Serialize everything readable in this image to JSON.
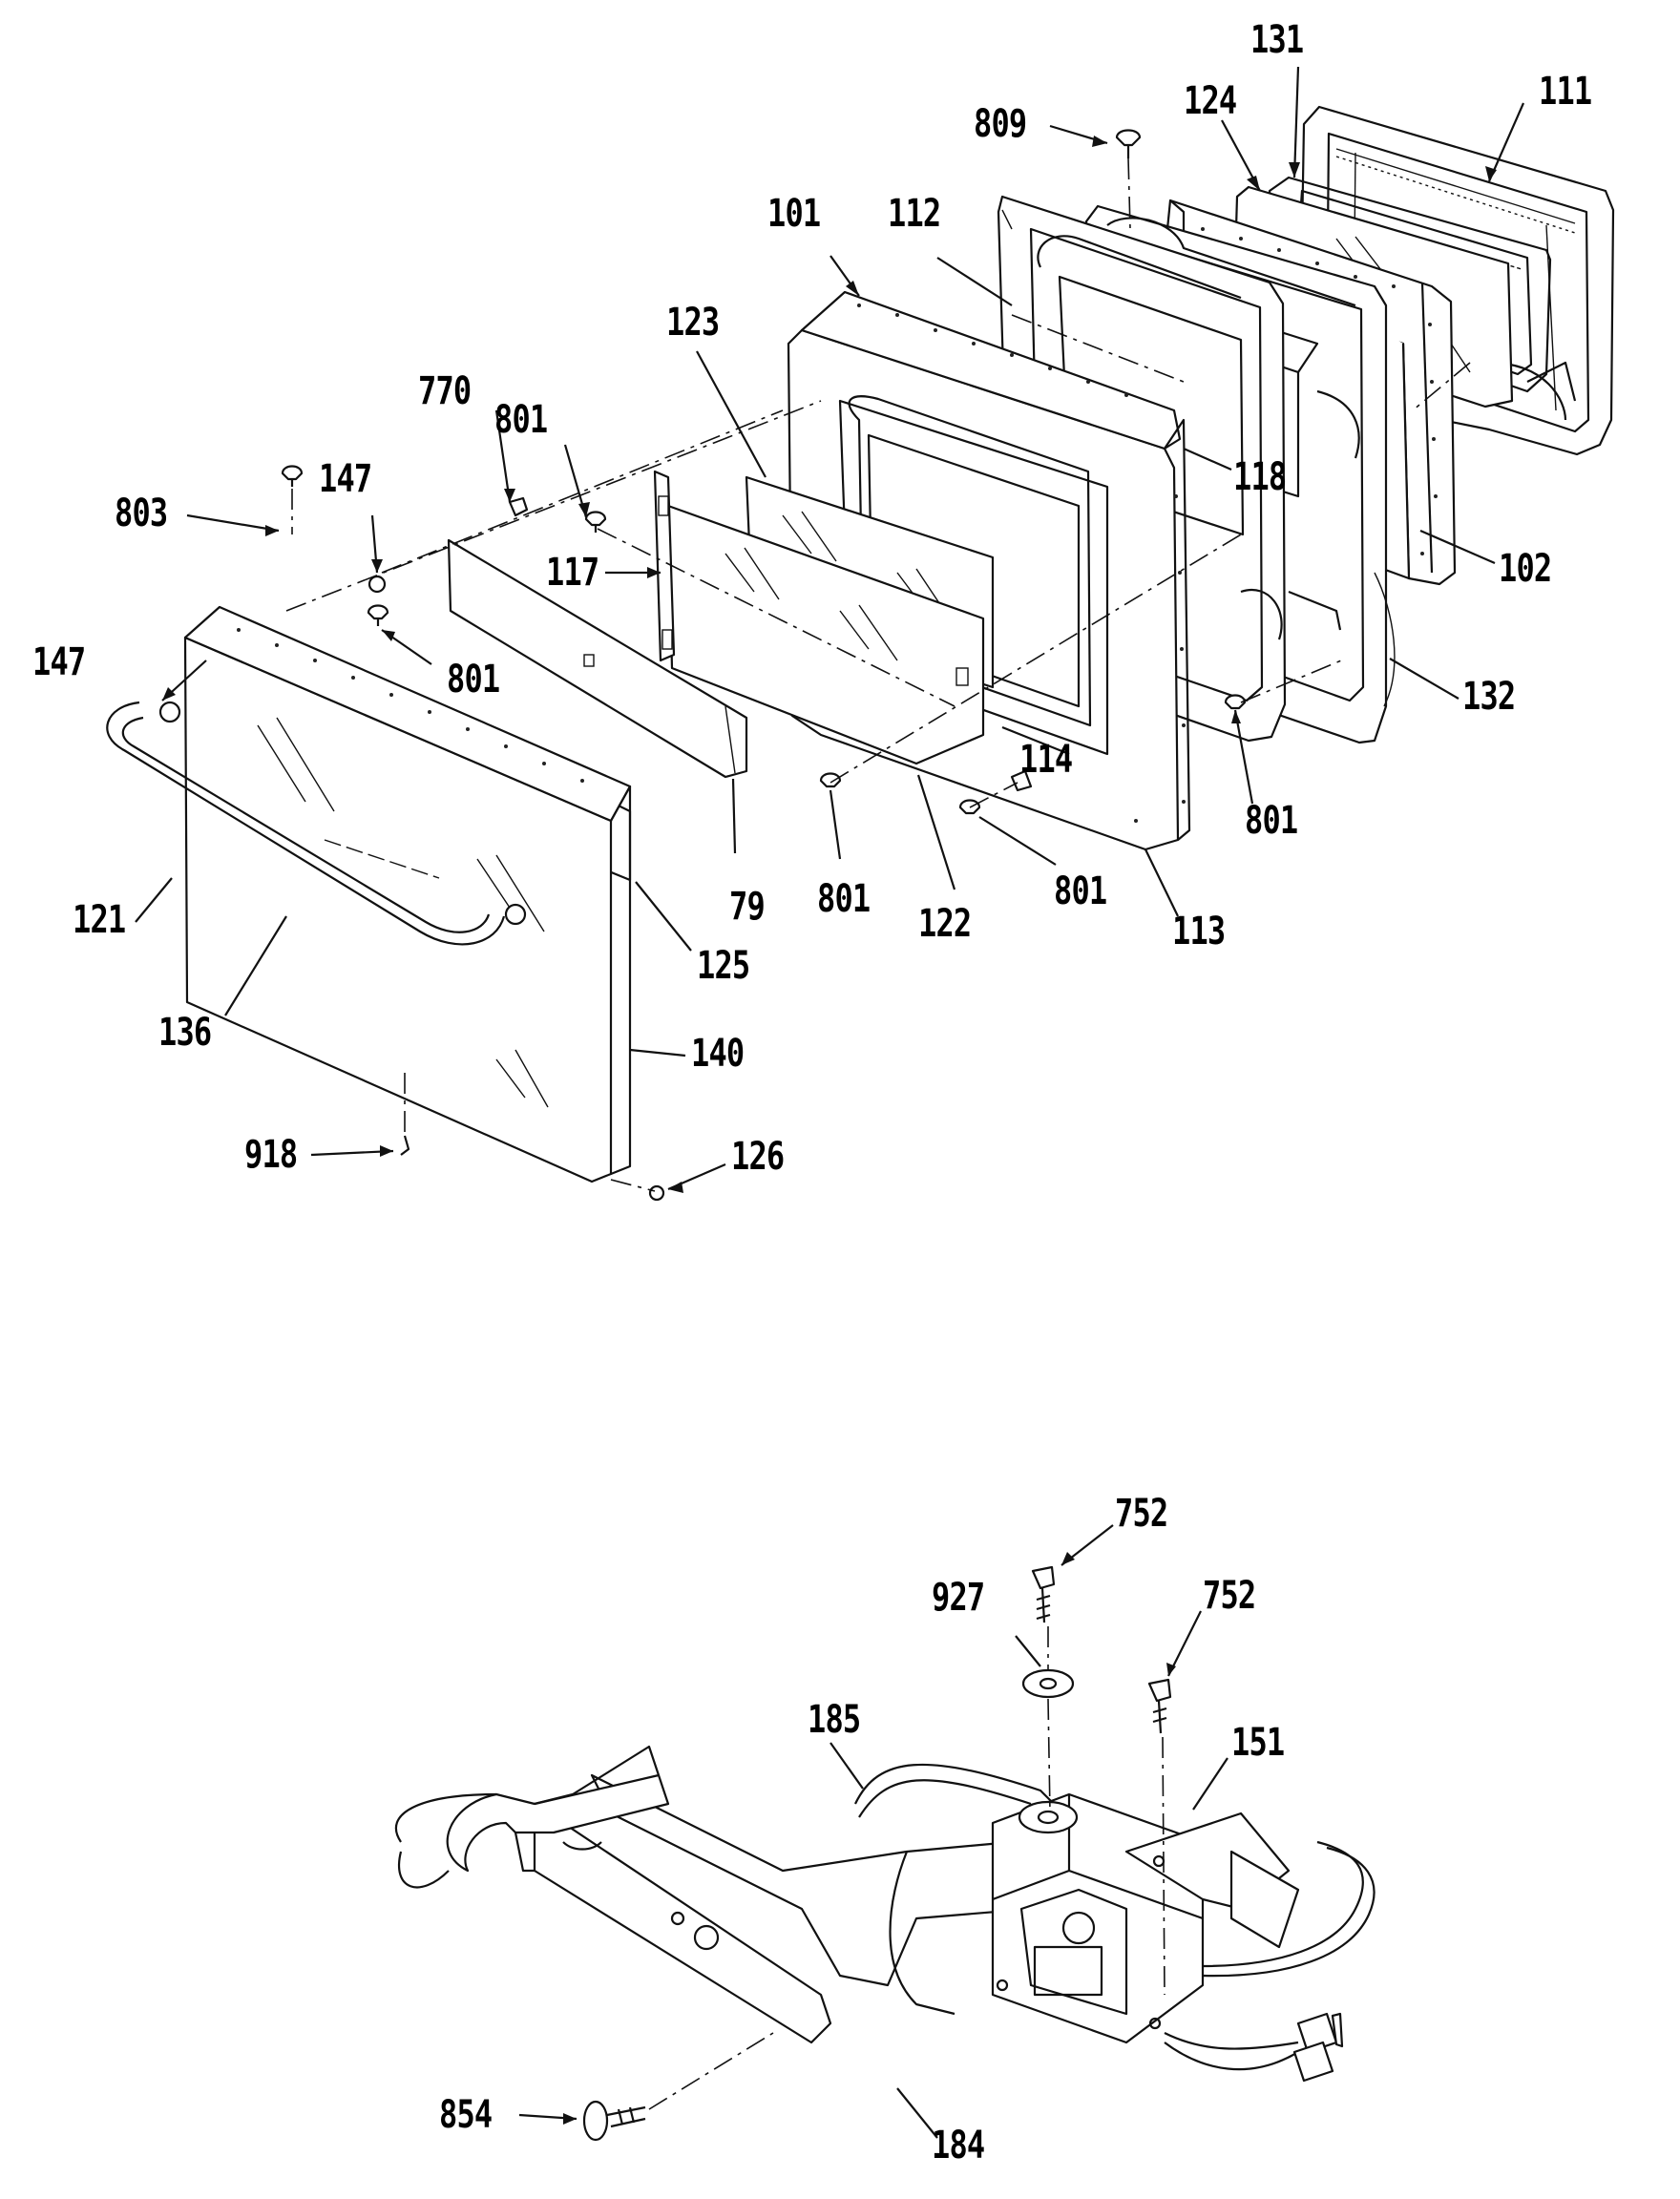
{
  "callouts": [
    {
      "id": "c131",
      "text": "131"
    },
    {
      "id": "c111",
      "text": "111"
    },
    {
      "id": "c809",
      "text": "809"
    },
    {
      "id": "c124",
      "text": "124"
    },
    {
      "id": "c101",
      "text": "101"
    },
    {
      "id": "c112",
      "text": "112"
    },
    {
      "id": "c123",
      "text": "123"
    },
    {
      "id": "c770",
      "text": "770"
    },
    {
      "id": "c801a",
      "text": "801"
    },
    {
      "id": "c147a",
      "text": "147"
    },
    {
      "id": "c803",
      "text": "803"
    },
    {
      "id": "c118",
      "text": "118"
    },
    {
      "id": "c117",
      "text": "117"
    },
    {
      "id": "c102",
      "text": "102"
    },
    {
      "id": "c801b",
      "text": "801"
    },
    {
      "id": "c147b",
      "text": "147"
    },
    {
      "id": "c132",
      "text": "132"
    },
    {
      "id": "c114",
      "text": "114"
    },
    {
      "id": "c801c",
      "text": "801"
    },
    {
      "id": "c79",
      "text": "79"
    },
    {
      "id": "c801d",
      "text": "801"
    },
    {
      "id": "c122",
      "text": "122"
    },
    {
      "id": "c801e",
      "text": "801"
    },
    {
      "id": "c121",
      "text": "121"
    },
    {
      "id": "c113",
      "text": "113"
    },
    {
      "id": "c125",
      "text": "125"
    },
    {
      "id": "c136",
      "text": "136"
    },
    {
      "id": "c140",
      "text": "140"
    },
    {
      "id": "c918",
      "text": "918"
    },
    {
      "id": "c126",
      "text": "126"
    },
    {
      "id": "c752a",
      "text": "752"
    },
    {
      "id": "c927",
      "text": "927"
    },
    {
      "id": "c752b",
      "text": "752"
    },
    {
      "id": "c185",
      "text": "185"
    },
    {
      "id": "c151",
      "text": "151"
    },
    {
      "id": "c854",
      "text": "854"
    },
    {
      "id": "c184",
      "text": "184"
    }
  ]
}
